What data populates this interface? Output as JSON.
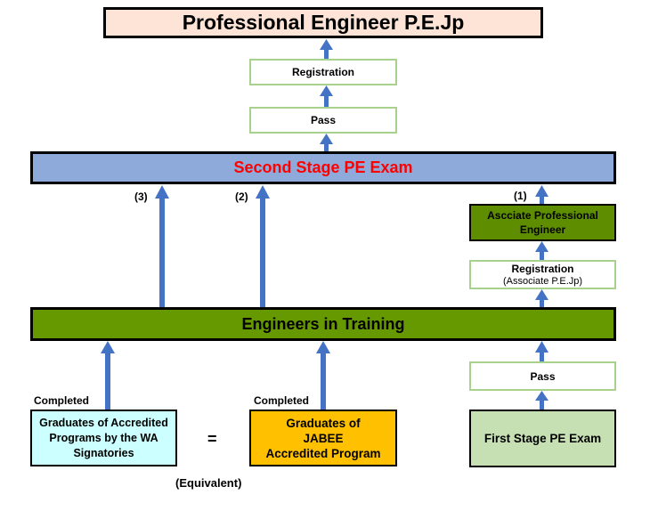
{
  "title": "Professional Engineer P.E.Jp",
  "top_chain": {
    "registration": "Registration",
    "pass": "Pass"
  },
  "second_stage": "Second Stage PE Exam",
  "paths": {
    "p1": "(1)",
    "p2": "(2)",
    "p3": "(3)"
  },
  "associate": {
    "title_line1": "Ascciate Professional",
    "title_line2": "Engineer",
    "registration": "Registration",
    "registration_sub": "(Associate P.E.Jp)",
    "pass": "Pass",
    "first_stage": "First Stage PE Exam"
  },
  "eit": "Engineers in Training",
  "bottom": {
    "completed_left": "Completed",
    "completed_mid": "Completed",
    "wa_line1": "Graduates of Accredited",
    "wa_line2": "Programs by the WA",
    "wa_line3": "Signatories",
    "equals": "=",
    "equivalent": "(Equivalent)",
    "jabee_line1": "Graduates of",
    "jabee_line2": "JABEE",
    "jabee_line3": "Accredited Program"
  },
  "colors": {
    "title_bg": "#fde4d6",
    "second_stage_bg": "#8eaadb",
    "second_stage_text": "#ff0000",
    "eit_bg": "#669900",
    "associate_bg": "#5e8e00",
    "wa_bg": "#ccffff",
    "jabee_bg": "#ffc000",
    "first_stage_bg": "#c6e0b4",
    "arrow": "#4472c4",
    "outline_green": "#a9d18e"
  }
}
